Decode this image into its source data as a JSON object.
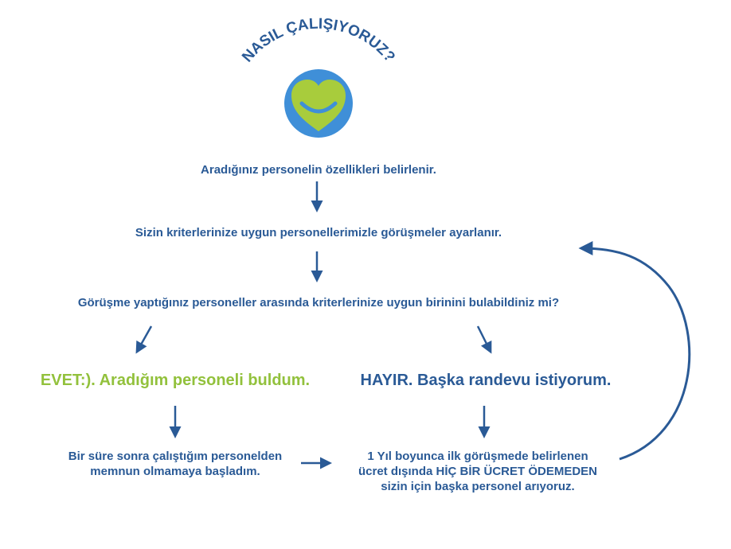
{
  "header": {
    "title": "NASIL ÇALIŞIYORUZ?",
    "logo": "heart-smile-icon"
  },
  "steps": {
    "step1": "Aradığınız personelin özellikleri belirlenir.",
    "step2": "Sizin kriterlerinize uygun  personellerimizle görüşmeler ayarlanır.",
    "question": "Görüşme yaptığınız personeller arasında kriterlerinize uygun birinini bulabildiniz mi?",
    "yes": "EVET:). Aradığım personeli buldum.",
    "no": "HAYIR. Başka randevu istiyorum.",
    "yes_followup": [
      "Bir süre sonra çalıştığım personelden",
      "memnun olmamaya başladım."
    ],
    "no_followup": {
      "line1": "1 Yıl boyunca ilk görüşmede belirlenen",
      "line2": "ücret dışında HİÇ BİR ÜCRET ÖDEMEDEN",
      "line3": "sizin için başka personel arıyoruz."
    }
  },
  "colors": {
    "primary_blue": "#2a5a96",
    "accent_green": "#92c13c",
    "logo_circle": "#3f8fd8"
  }
}
